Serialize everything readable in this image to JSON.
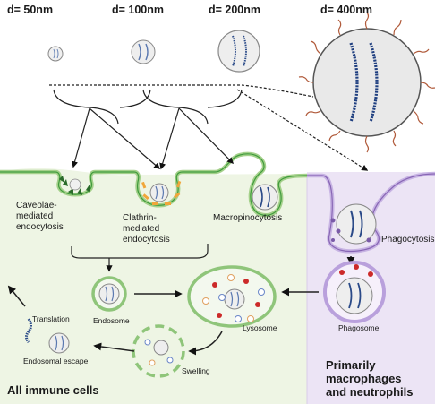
{
  "sizes": [
    "d= 50nm",
    "d= 100nm",
    "d= 200nm",
    "d= 400nm"
  ],
  "pathways": {
    "caveolae": [
      "Caveolae-",
      "mediated",
      "endocytosis"
    ],
    "clathrin": [
      "Clathrin-",
      "mediated",
      "endocytosis"
    ],
    "macropinocytosis": "Macropinocytosis",
    "phagocytosis": "Phagocytosis"
  },
  "compartments": {
    "endosome": "Endosome",
    "lysosome": "Lysosome",
    "phagosome": "Phagosome",
    "swelling": "Swelling",
    "escape": "Endosomal escape",
    "translation": "Translation"
  },
  "regions": {
    "all": "All immune cells",
    "macro": [
      "Primarily",
      "macrophages",
      "and neutrophils"
    ]
  }
}
